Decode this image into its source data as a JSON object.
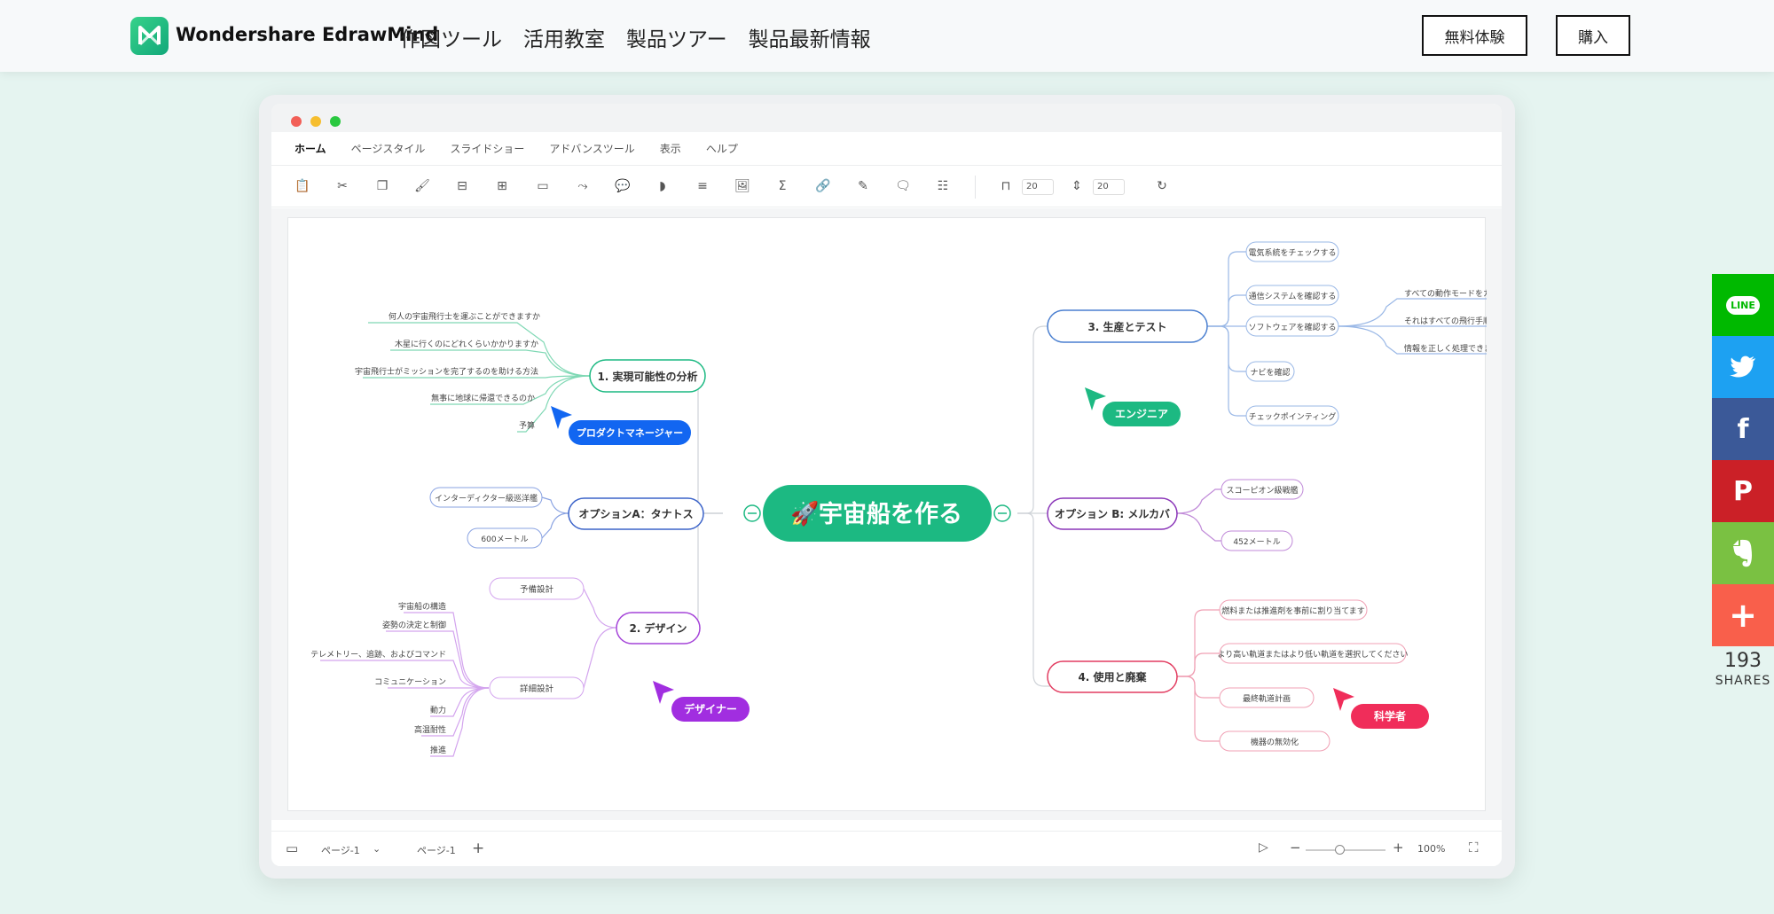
{
  "header": {
    "brand": "Wondershare EdrawMind",
    "nav": [
      "作図ツール",
      "活用教室",
      "製品ツアー",
      "製品最新情報"
    ],
    "trial_button": "無料体験",
    "buy_button": "購入"
  },
  "menu": {
    "items": [
      "ホーム",
      "ページスタイル",
      "スライドショー",
      "アドバンスツール",
      "表示",
      "ヘルプ"
    ]
  },
  "toolbar": {
    "spacing_h": "20",
    "spacing_v": "20"
  },
  "mindmap": {
    "central": "宇宙船を作る",
    "central_icon": "🚀",
    "branches": {
      "feasibility": {
        "label": "1. 実現可能性の分析",
        "leaves": [
          "何人の宇宙飛行士を運ぶことができますか",
          "木星に行くのにどれくらいかかりますか",
          "宇宙飛行士がミッションを完了するのを助ける方法",
          "無事に地球に帰還できるのか",
          "予算"
        ]
      },
      "optionA": {
        "label": "オプションA：タナトス",
        "leaves": [
          "インターディクター級巡洋艦",
          "600メートル"
        ]
      },
      "design": {
        "label": "2. デザイン",
        "sub1": "予備設計",
        "sub2": "詳細設計",
        "leaves": [
          "宇宙船の構造",
          "姿勢の決定と制御",
          "テレメトリー、追跡、およびコマンド",
          "コミュニケーション",
          "動力",
          "高温耐性",
          "推進"
        ]
      },
      "production": {
        "label": "3. 生産とテスト",
        "leaves": [
          "電気系統をチェックする",
          "通信システムを確認する",
          "ソフトウェアを確認する",
          "ナビを確認",
          "チェックポインティング"
        ],
        "software_leaves": [
          "すべての動作モードをカ",
          "それはすべての飛行手順",
          "情報を正しく処理できま"
        ]
      },
      "optionB": {
        "label": "オプション B: メルカバ",
        "leaves": [
          "スコーピオン級戦艦",
          "452メートル"
        ]
      },
      "usage": {
        "label": "4. 使用と廃棄",
        "leaves": [
          "燃料または推進剤を事前に割り当てます",
          "より高い軌道またはより低い軌道を選択してください",
          "最終軌道計画",
          "機器の無効化"
        ]
      }
    },
    "cursors": {
      "pm": "プロダクトマネージャー",
      "engineer": "エンジニア",
      "designer": "デザイナー",
      "scientist": "科学者"
    },
    "colors": {
      "central": "#1cb982",
      "feasibility": "#1cb982",
      "optionA": "#3b63c9",
      "design": "#a443d8",
      "production": "#4a7fd0",
      "optionB": "#8a35b8",
      "usage": "#e23c60",
      "pm": "#1266f1",
      "engineer": "#1cb982",
      "designer": "#a12ee0",
      "scientist": "#f02d5a"
    }
  },
  "status": {
    "page_label_1": "ページ-1",
    "page_label_2": "ページ-1",
    "zoom": "100%"
  },
  "share": {
    "count": "193",
    "label": "SHARES",
    "icons": [
      "line-icon",
      "twitter-icon",
      "facebook-icon",
      "pinterest-icon",
      "evernote-icon",
      "plus-icon"
    ],
    "line_text": "LINE",
    "colors": [
      "#00b900",
      "#1da1f2",
      "#3b5998",
      "#cb2027",
      "#7ac142",
      "#f95f4b"
    ]
  }
}
